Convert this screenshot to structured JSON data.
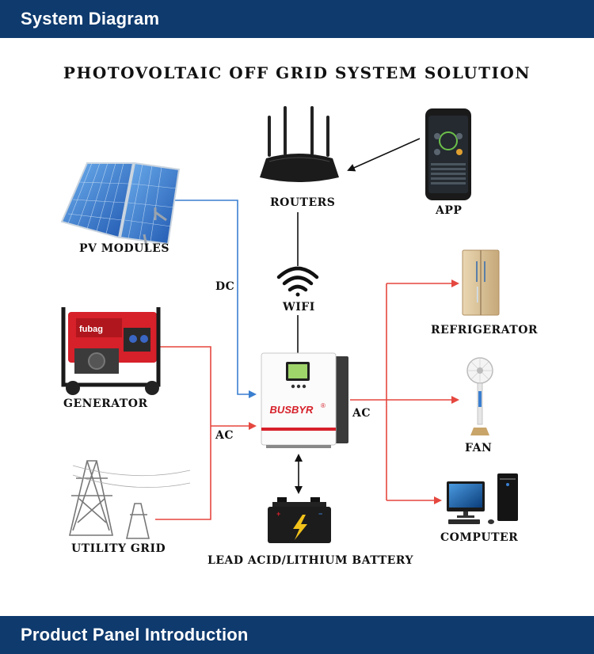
{
  "header": {
    "title": "System Diagram"
  },
  "footer": {
    "title": "Product Panel Introduction"
  },
  "diagram": {
    "title": "PHOTOVOLTAIC OFF GRID SYSTEM SOLUTION",
    "labels": {
      "pv_modules": "PV MODULES",
      "routers": "ROUTERS",
      "app": "APP",
      "wifi": "WIFI",
      "generator": "GENERATOR",
      "utility_grid": "UTILITY GRID",
      "battery": "LEAD ACID/LITHIUM BATTERY",
      "refrigerator": "REFRIGERATOR",
      "fan": "FAN",
      "computer": "COMPUTER",
      "dc": "DC",
      "ac_in": "AC",
      "ac_out": "AC"
    },
    "inverter_brand": "BUSBYR",
    "inverter_mark": "®",
    "generator_brand": "fubag",
    "colors": {
      "dc_line": "#3a7fd0",
      "ac_line": "#e5473f",
      "data_line": "#111111",
      "banner": "#0e3a6e"
    }
  }
}
